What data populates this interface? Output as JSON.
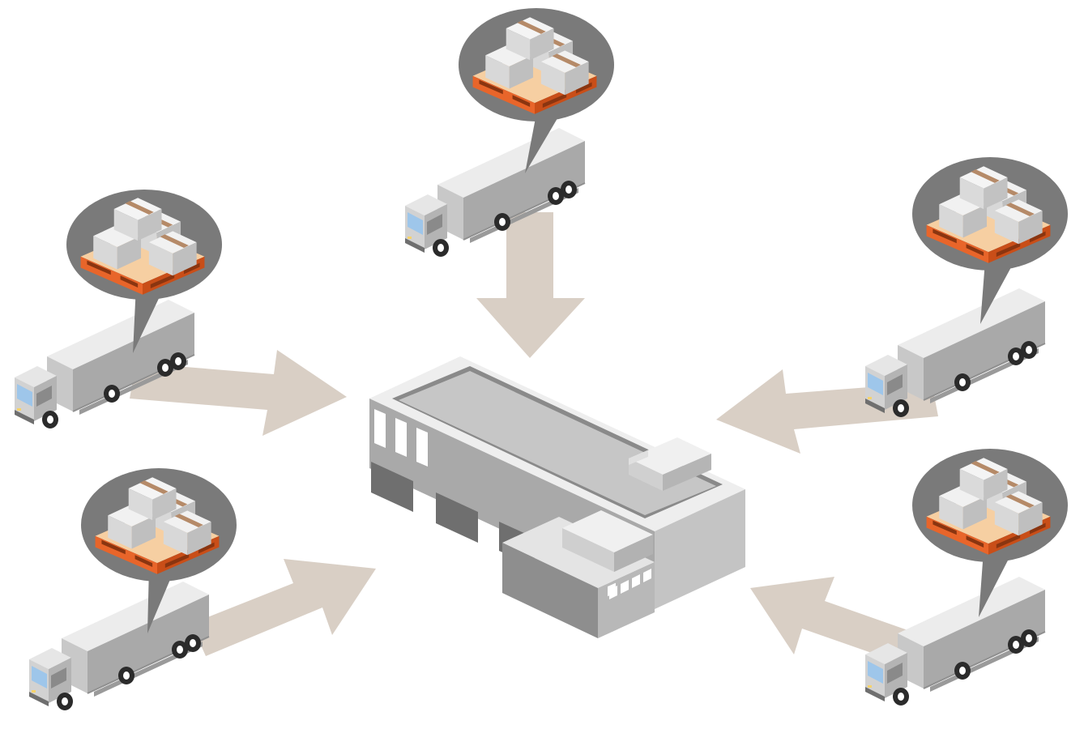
{
  "diagram": {
    "kind": "inbound-logistics",
    "central_node": {
      "name": "warehouse-building"
    },
    "trucks": [
      {
        "id": "truck-top",
        "cargo": "pallet-boxes"
      },
      {
        "id": "truck-upper-left",
        "cargo": "pallet-boxes"
      },
      {
        "id": "truck-lower-left",
        "cargo": "pallet-boxes"
      },
      {
        "id": "truck-upper-right",
        "cargo": "pallet-boxes"
      },
      {
        "id": "truck-lower-right",
        "cargo": "pallet-boxes"
      }
    ],
    "flow_direction": "toward-center"
  },
  "colors": {
    "arrow": "#d9cfc5",
    "bubble": "#7a7a7a",
    "truck_body": "#c8c8c8",
    "truck_side": "#a9a9a9",
    "truck_top": "#e4e4e4",
    "windshield": "#9ec6ea",
    "pallet_orange": "#e8652a",
    "pallet_top": "#f6cfa2",
    "box_light": "#ececec",
    "box_mid": "#d2d2d2",
    "box_tape": "#b58a68",
    "building_light": "#eeeeee",
    "building_mid": "#bdbdbd",
    "building_dark": "#8a8a8a",
    "roof": "#c6c6c6"
  }
}
